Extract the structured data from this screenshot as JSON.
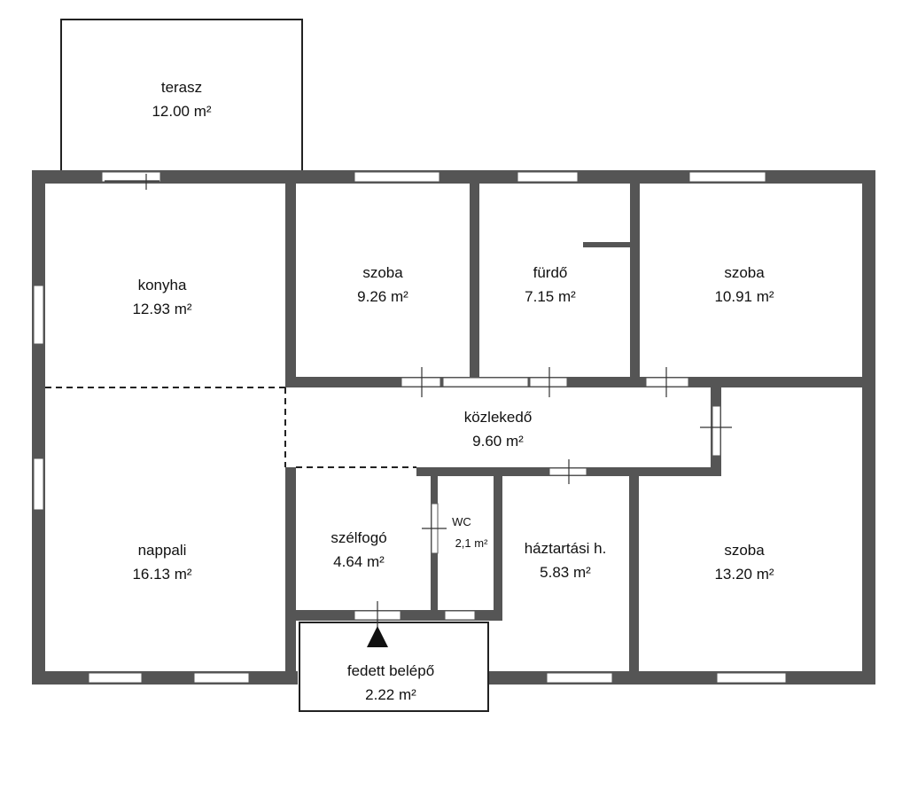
{
  "colors": {
    "wall": "#555555",
    "ink": "#111111",
    "background": "#ffffff"
  },
  "rooms": {
    "terasz": {
      "name": "terasz",
      "area": "12.00 m²"
    },
    "konyha": {
      "name": "konyha",
      "area": "12.93 m²"
    },
    "szoba1": {
      "name": "szoba",
      "area": "9.26 m²"
    },
    "furdo": {
      "name": "fürdő",
      "area": "7.15 m²"
    },
    "szoba2": {
      "name": "szoba",
      "area": "10.91 m²"
    },
    "kozlekedo": {
      "name": "közlekedő",
      "area": "9.60 m²"
    },
    "nappali": {
      "name": "nappali",
      "area": "16.13 m²"
    },
    "szelfogo": {
      "name": "szélfogó",
      "area": "4.64 m²"
    },
    "wc": {
      "name": "WC",
      "area": "2,1 m²"
    },
    "haztartasi": {
      "name": "háztartási h.",
      "area": "5.83 m²"
    },
    "szoba3": {
      "name": "szoba",
      "area": "13.20 m²"
    },
    "fedett": {
      "name": "fedett belépő",
      "area": "2.22 m²"
    }
  },
  "icons": {
    "entrance": "entrance-arrow-icon"
  }
}
